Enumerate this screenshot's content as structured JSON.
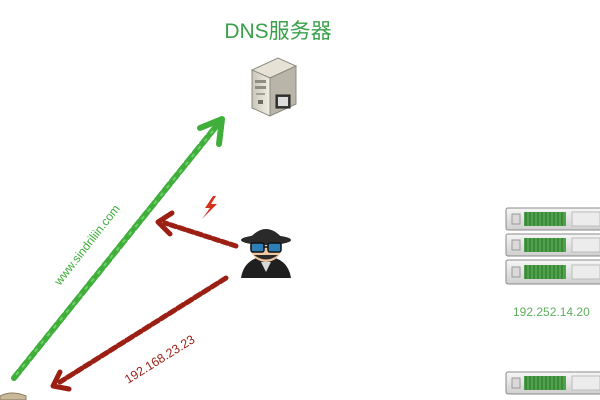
{
  "title": "DNS服务器",
  "labels": {
    "green_arrow_text": "www.sindriliin.com",
    "red_arrow_text": "192.168.23.23",
    "server_ip": "192.252.14.20"
  },
  "colors": {
    "title": "#3aa14a",
    "green_arrow": "#3fae3a",
    "red_arrow": "#9b1f12",
    "lightning": "#d2331d",
    "server_ip": "#5fae5f",
    "rack_green": "#4ea24b"
  },
  "icons": [
    "dns-server-tower-icon",
    "hacker-icon",
    "lightning-icon",
    "server-rack-icon"
  ]
}
